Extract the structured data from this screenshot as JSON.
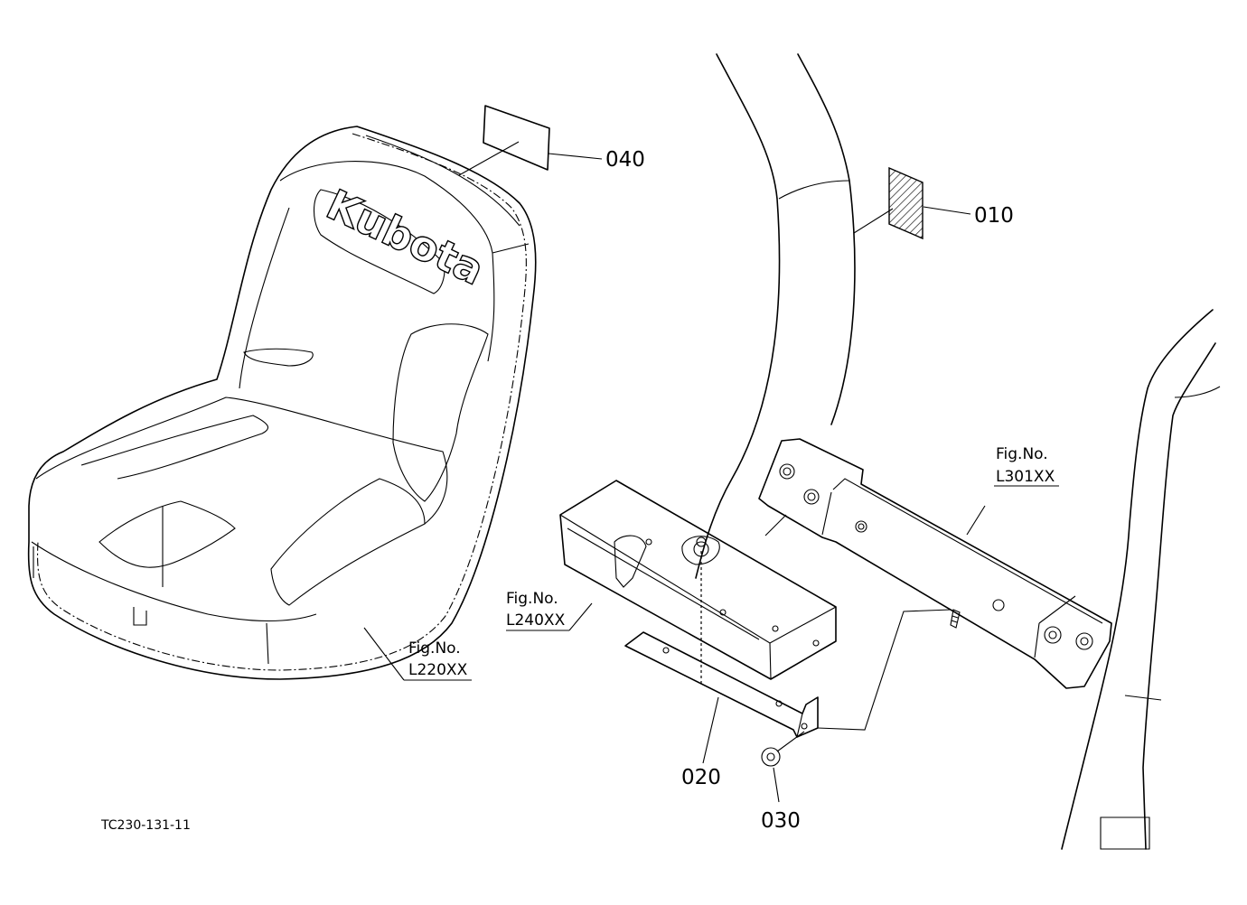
{
  "logo": {
    "text": "Kubota"
  },
  "parts": [
    {
      "label": "010"
    },
    {
      "label": "020"
    },
    {
      "label": "030"
    },
    {
      "label": "040"
    }
  ],
  "figure_refs": [
    {
      "prefix": "Fig.No.",
      "number": "L220XX"
    },
    {
      "prefix": "Fig.No.",
      "number": "L240XX"
    },
    {
      "prefix": "Fig.No.",
      "number": "L301XX"
    }
  ],
  "drawing_code": "TC230-131-11"
}
